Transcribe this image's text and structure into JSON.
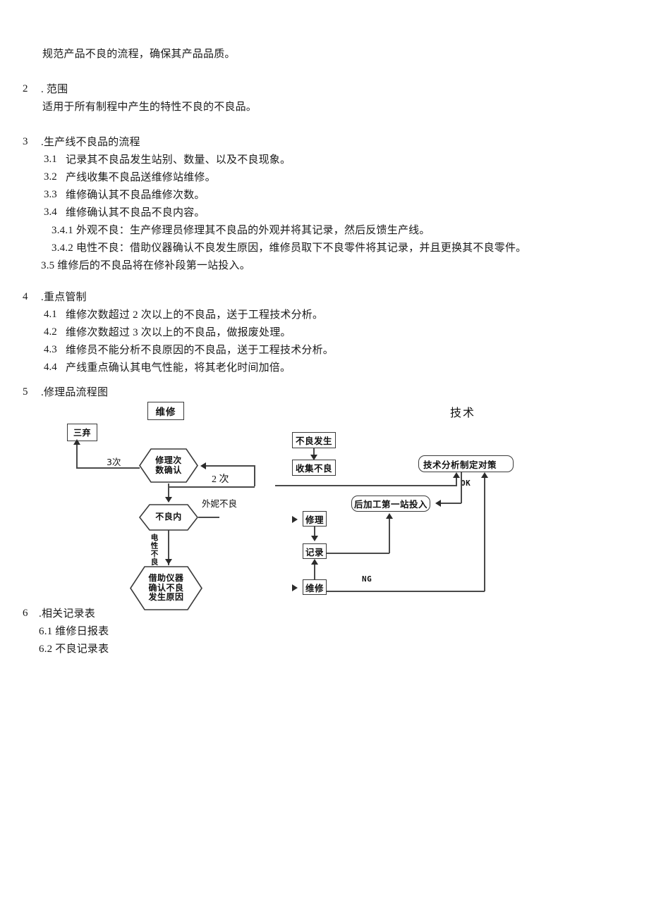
{
  "document": {
    "intro_line": "规范产品不良的流程，确保其产品品质。",
    "sections": [
      {
        "number": "2",
        "dot_title": ". 范围",
        "lines": [
          "适用于所有制程中产生的特性不良的不良品。"
        ]
      },
      {
        "number": "3",
        "dot_title": ".生产线不良品的流程",
        "items": [
          {
            "label": "3.1",
            "text": "记录其不良品发生站别、数量、以及不良现象。"
          },
          {
            "label": "3.2",
            "text": "产线收集不良品送维修站维修。"
          },
          {
            "label": "3.3",
            "text": "维修确认其不良品维修次数。"
          },
          {
            "label": "3.4",
            "text": "维修确认其不良品不良内容。"
          }
        ],
        "subitems": [
          {
            "text": "3.4.1 外观不良：生产修理员修理其不良品的外观并将其记录，然后反馈生产线。"
          },
          {
            "text": "3.4.2 电性不良：借助仪器确认不良发生原因，维修员取下不良零件将其记录，并且更换其不良零件。"
          },
          {
            "text": "3.5 维修后的不良品将在修补段第一站投入。"
          }
        ]
      },
      {
        "number": "4",
        "dot_title": ".重点管制",
        "items": [
          {
            "label": "4.1",
            "text": "维修次数超过 2 次以上的不良品，送于工程技术分析。"
          },
          {
            "label": "4.2",
            "text": "维修次数超过 3 次以上的不良品，做报废处理。"
          },
          {
            "label": "4.3",
            "text": "维修员不能分析不良原因的不良品，送于工程技术分析。"
          },
          {
            "label": "4.4",
            "text": "产线重点确认其电气性能，将其老化时间加倍。"
          }
        ]
      },
      {
        "number": "5",
        "dot_title": ".修理品流程图"
      },
      {
        "number": "6",
        "dot_title": ".相关记录表",
        "subitems": [
          {
            "text": "6.1 维修日报表"
          },
          {
            "text": "6.2 不良记录表"
          }
        ]
      }
    ]
  },
  "flowchart": {
    "left": {
      "title": "维修",
      "scrap_box": "三弃",
      "nodes": [
        {
          "id": "repair-count",
          "text_lines": [
            "修理次",
            "数确认"
          ]
        },
        {
          "id": "defect-content",
          "text_lines": [
            "不良内"
          ]
        },
        {
          "id": "instrument-confirm",
          "text_lines": [
            "借助仪器",
            "确认不良",
            "发生原因"
          ]
        }
      ],
      "labels": {
        "three_times": "3次",
        "two_times": "2 次",
        "appearance_defect": "外妮不良",
        "electrical_defect": "电性不良"
      }
    },
    "right": {
      "title": "技术",
      "boxes": [
        {
          "id": "defect-occurs",
          "text": "不良发生"
        },
        {
          "id": "collect-defect",
          "text": "收集不良"
        },
        {
          "id": "repair",
          "text": "修理"
        },
        {
          "id": "record",
          "text": "记录"
        },
        {
          "id": "maintain",
          "text": "维修"
        },
        {
          "id": "tech-analysis",
          "text": "技术分析制定对策"
        },
        {
          "id": "post-process-first-station",
          "text": "后加工第一站投入"
        }
      ],
      "labels": {
        "ok": "OK",
        "ng": "NG"
      }
    }
  }
}
